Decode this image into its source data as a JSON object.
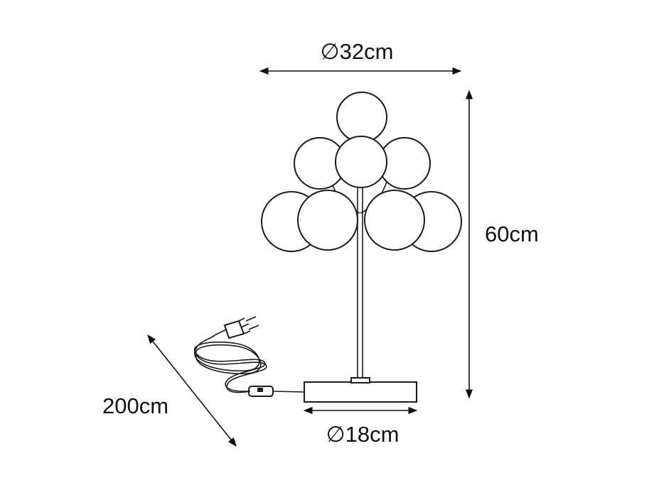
{
  "figure": {
    "type": "product dimension drawing",
    "dimensions": {
      "shade_diameter": "∅32cm",
      "height": "60cm",
      "base_diameter": "∅18cm",
      "cable_length": "200cm"
    }
  },
  "colors": {
    "line": "#111111",
    "background": "#ffffff"
  }
}
